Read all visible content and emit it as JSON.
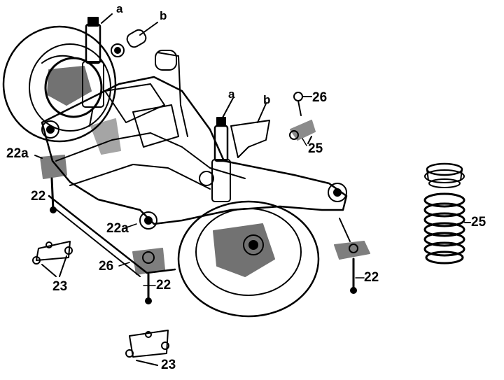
{
  "labels": {
    "a_left": "a",
    "b_left": "b",
    "a_right": "a",
    "b_right": "b",
    "n26_top": "26",
    "n25_top": "25",
    "n22a_left": "22a",
    "n22_left": "22",
    "n22a_mid": "22a",
    "n26_bottom": "26",
    "n22_bottom": "22",
    "n22_right": "22",
    "n23_left": "23",
    "n23_bottom": "23",
    "n25_spring": "25"
  },
  "colors": {
    "ink": "#000000",
    "paper": "#ffffff"
  }
}
